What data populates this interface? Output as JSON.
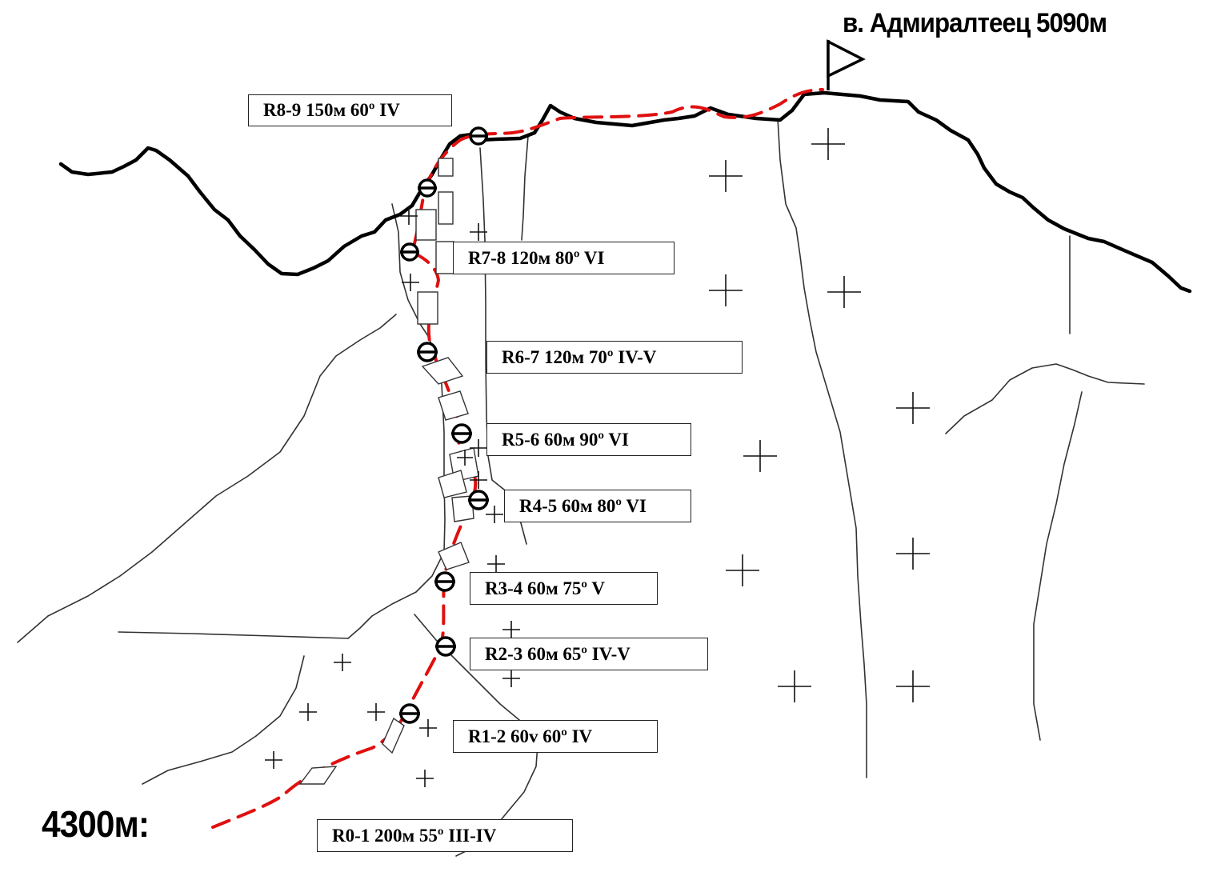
{
  "summit_label": "в. Адмиралтеец 5090м",
  "base_label": "4300м:",
  "pitches": [
    {
      "id": "R8-9",
      "text": "R8-9 150м 60º IV"
    },
    {
      "id": "R7-8",
      "text": "R7-8 120м 80º VI"
    },
    {
      "id": "R6-7",
      "text": "R6-7 120м 70º IV-V"
    },
    {
      "id": "R5-6",
      "text": "R5-6 60м 90º VI"
    },
    {
      "id": "R4-5",
      "text": "R4-5 60м 80º VI"
    },
    {
      "id": "R3-4",
      "text": "R3-4 60м 75º V"
    },
    {
      "id": "R2-3",
      "text": "R2-3 60м 65º IV-V"
    },
    {
      "id": "R1-2",
      "text": "R1-2 60v 60º IV"
    },
    {
      "id": "R0-1",
      "text": "R0-1 200м 55º III-IV"
    }
  ],
  "colors": {
    "route": "#e01010",
    "ridge": "#000000"
  }
}
